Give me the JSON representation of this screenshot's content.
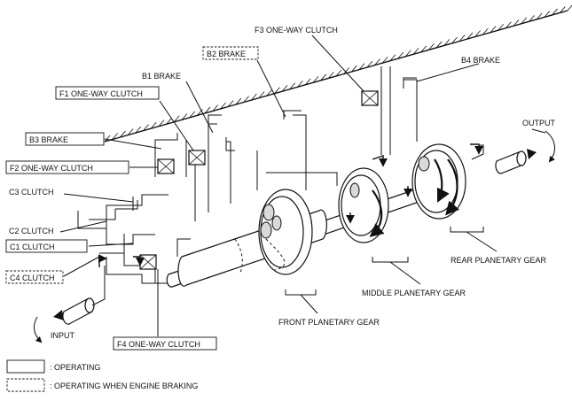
{
  "labels": {
    "f3_one_way_clutch": "F3 ONE-WAY CLUTCH",
    "b2_brake": "B2 BRAKE",
    "b4_brake": "B4 BRAKE",
    "b1_brake": "B1 BRAKE",
    "f1_one_way_clutch": "F1 ONE-WAY CLUTCH",
    "b3_brake": "B3 BRAKE",
    "f2_one_way_clutch": "F2 ONE-WAY CLUTCH",
    "c3_clutch": "C3 CLUTCH",
    "c2_clutch": "C2 CLUTCH",
    "c1_clutch": "C1 CLUTCH",
    "c4_clutch": "C4 CLUTCH",
    "f4_one_way_clutch": "F4 ONE-WAY CLUTCH",
    "output": "OUTPUT",
    "input": "INPUT",
    "front_planetary_gear": "FRONT PLANETARY GEAR",
    "middle_planetary_gear": "MIDDLE PLANETARY GEAR",
    "rear_planetary_gear": "REAR PLANETARY GEAR"
  },
  "legend": {
    "operating": ": OPERATING",
    "operating_engine_braking": ": OPERATING WHEN ENGINE BRAKING"
  },
  "label_styles": {
    "f3_one_way_clutch": "none",
    "b2_brake": "dashed",
    "b4_brake": "none",
    "b1_brake": "none",
    "f1_one_way_clutch": "solid",
    "b3_brake": "solid",
    "f2_one_way_clutch": "solid",
    "c3_clutch": "none",
    "c2_clutch": "none",
    "c1_clutch": "solid",
    "c4_clutch": "dashed",
    "f4_one_way_clutch": "solid"
  }
}
